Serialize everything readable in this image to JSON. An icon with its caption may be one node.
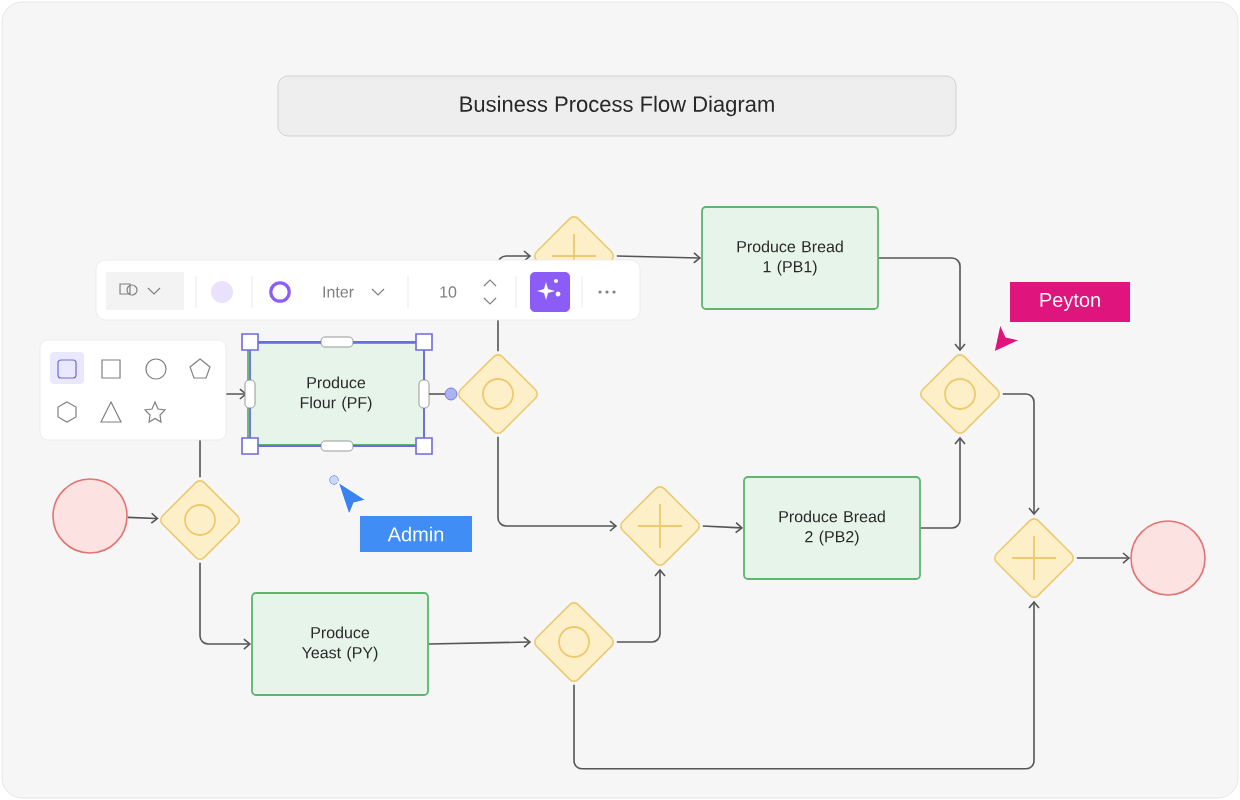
{
  "diagram": {
    "title": "Business Process Flow Diagram",
    "nodes": [
      {
        "text": [],
        "shape": "circle"
      },
      {
        "text": [],
        "shape": "diamond"
      },
      {
        "text": [
          "Produce Flour (PF)"
        ]
      },
      {
        "text": [],
        "shape": "diamond"
      },
      {
        "text": [],
        "shape": "diamond"
      },
      {
        "text": [
          "Produce Bread 1 (PB1)"
        ]
      },
      {
        "text": [],
        "shape": "diamond"
      },
      {
        "text": [
          "Produce Bread 2 (PB2)"
        ]
      },
      {
        "text": [
          "Produce Yeast (PY)"
        ]
      },
      {
        "text": [],
        "shape": "diamond"
      },
      {
        "text": [],
        "shape": "diamond"
      },
      {
        "text": [],
        "shape": "diamond"
      },
      {
        "text": [],
        "shape": "circle"
      }
    ],
    "edges": [
      {
        "from": 0,
        "to": 1,
        "arrow": "to"
      },
      {
        "from": 1,
        "to": 2,
        "arrow": "to"
      },
      {
        "from": 1,
        "to": 8,
        "arrow": "to"
      },
      {
        "from": 2,
        "to": 3,
        "arrow": "to"
      },
      {
        "from": 3,
        "to": 4,
        "arrow": "to"
      },
      {
        "from": 4,
        "to": 5,
        "arrow": "to"
      },
      {
        "from": 3,
        "to": 6,
        "arrow": "to"
      },
      {
        "from": 6,
        "to": 7,
        "arrow": "to"
      },
      {
        "from": 5,
        "to": 10,
        "arrow": "to"
      },
      {
        "from": 7,
        "to": 10,
        "arrow": "to"
      },
      {
        "from": 10,
        "to": 11,
        "arrow": "to"
      },
      {
        "from": 8,
        "to": 9,
        "arrow": "to"
      },
      {
        "from": 9,
        "to": 6,
        "arrow": "to"
      },
      {
        "from": 9,
        "to": 11,
        "arrow": "to"
      },
      {
        "from": 11,
        "to": 12,
        "arrow": "to"
      }
    ],
    "labels": [
      "Inter",
      "10",
      "Peyton",
      "Admin"
    ]
  }
}
